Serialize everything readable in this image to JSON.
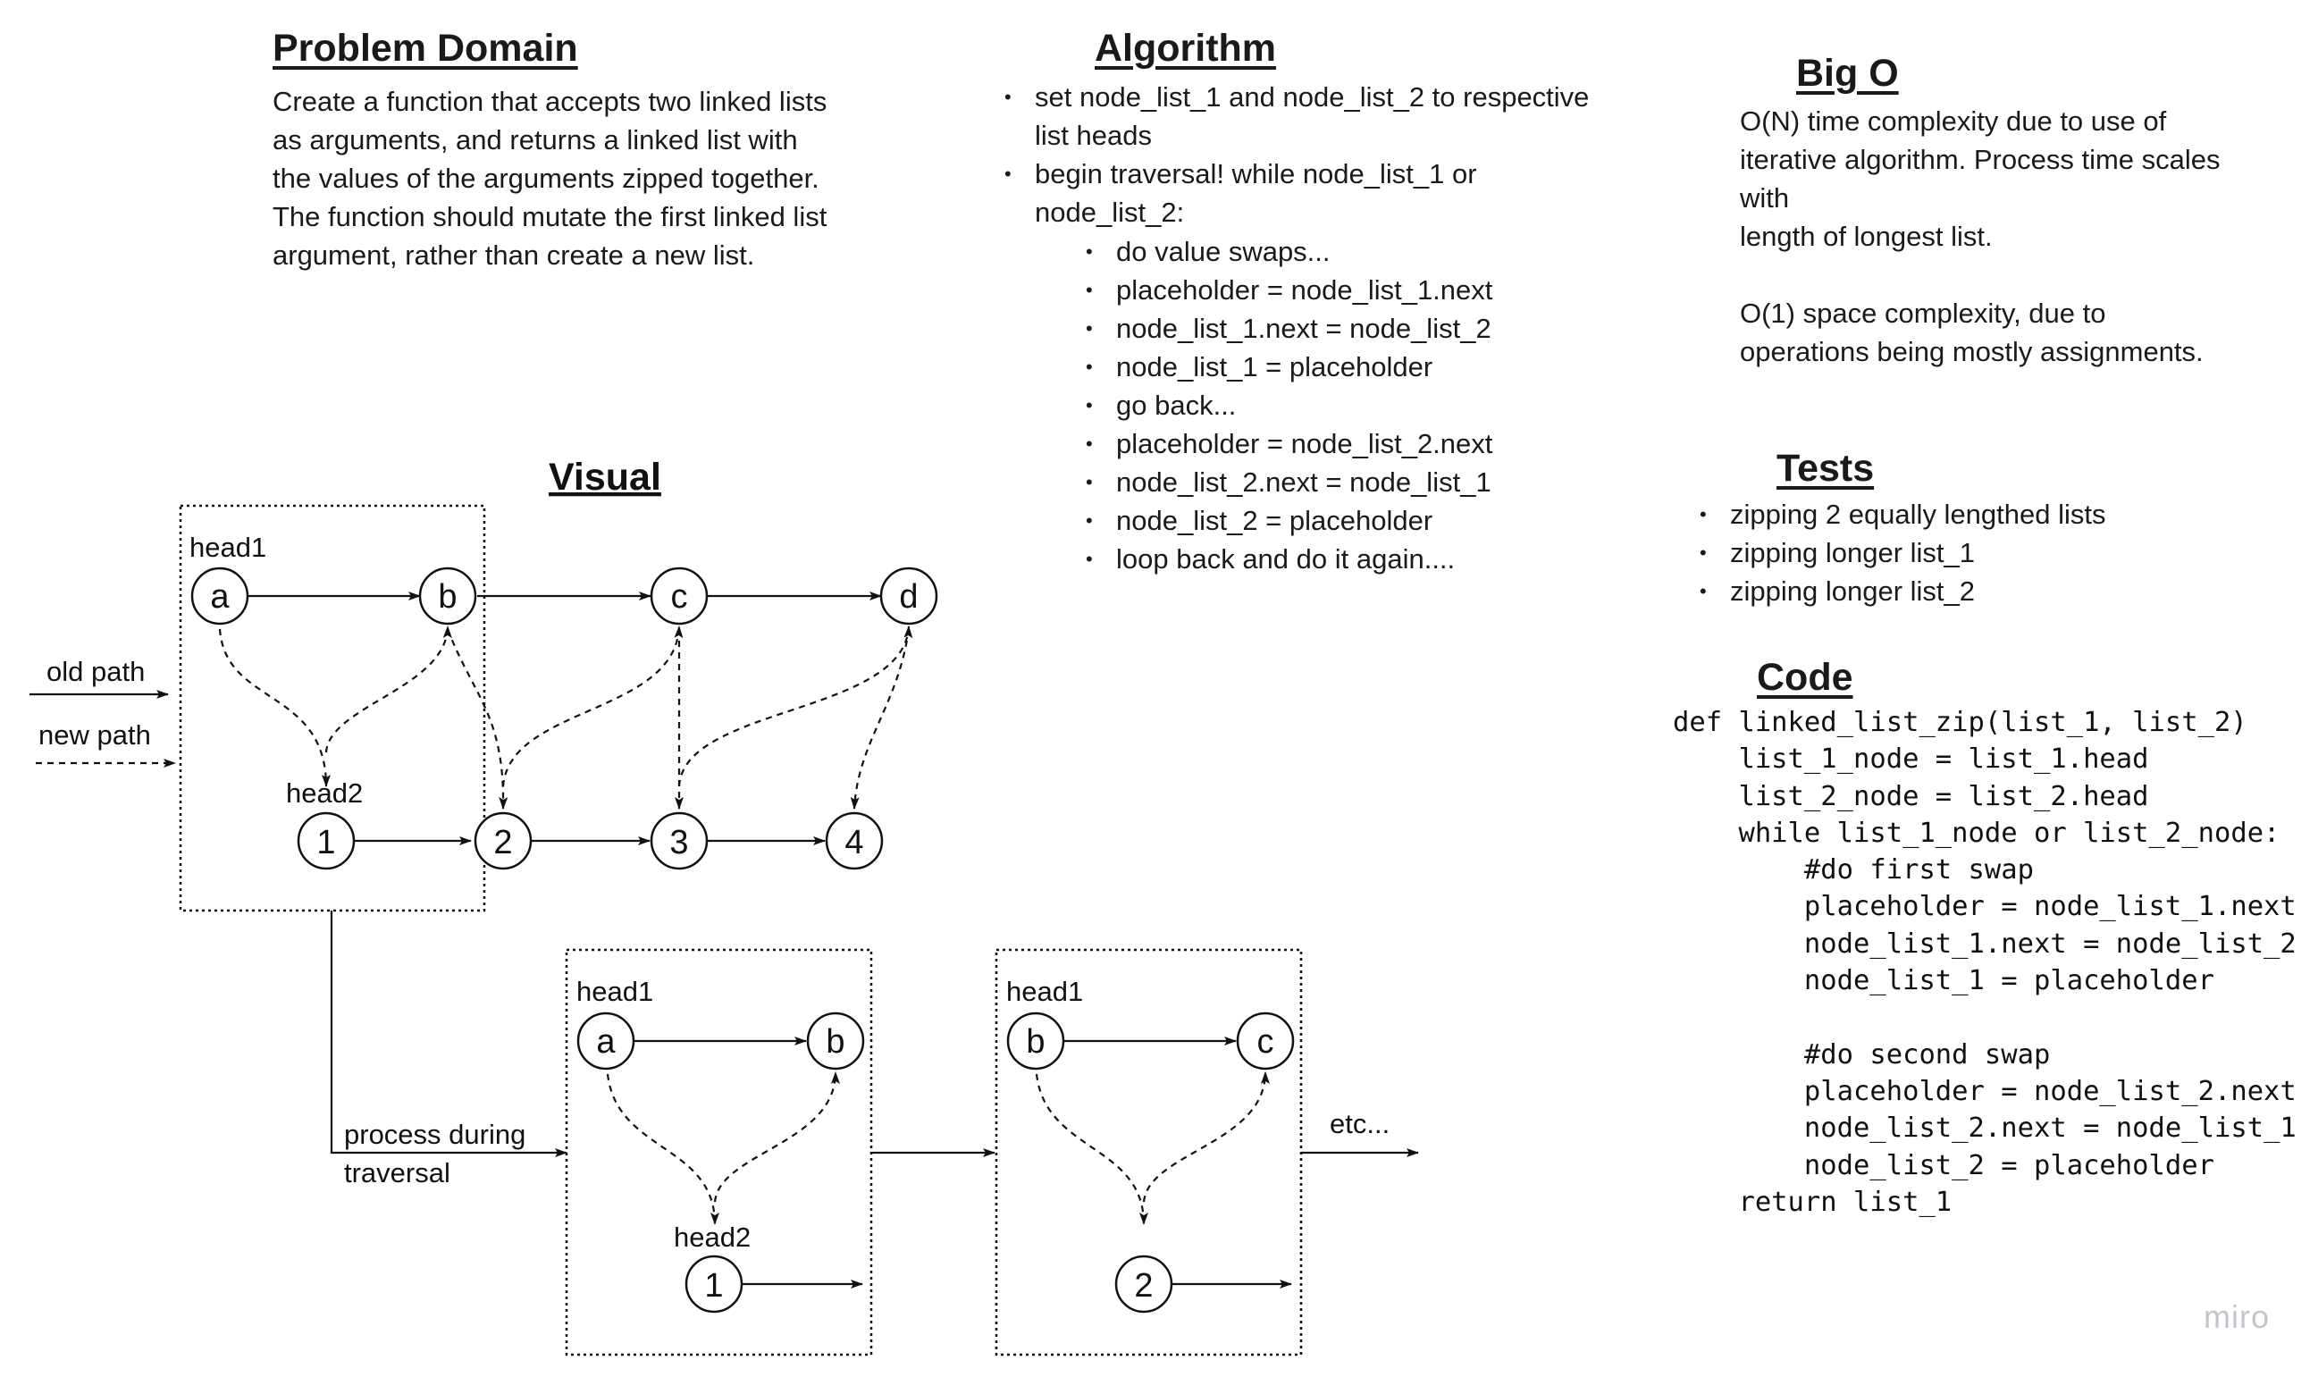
{
  "problem": {
    "title": "Problem Domain",
    "lines": [
      "Create a function that accepts two linked lists",
      "as arguments, and returns a linked list with",
      "the values of the arguments zipped together.",
      "The function should mutate the first linked list",
      "argument, rather than create a new list."
    ]
  },
  "algorithm": {
    "title": "Algorithm",
    "items": [
      {
        "line1": "set node_list_1 and node_list_2 to respective",
        "line2": "list heads"
      },
      {
        "line1": "begin traversal! while node_list_1 or",
        "line2": "node_list_2:"
      }
    ],
    "subitems": [
      "do value swaps...",
      "placeholder = node_list_1.next",
      "node_list_1.next = node_list_2",
      "node_list_1 = placeholder",
      "go back...",
      "placeholder = node_list_2.next",
      "node_list_2.next = node_list_1",
      "node_list_2 = placeholder",
      "loop back and do it again...."
    ]
  },
  "bigo": {
    "title": "Big O",
    "lines": [
      "O(N) time complexity due to use of",
      "iterative algorithm. Process time scales",
      "with",
      "length of longest list.",
      "",
      "O(1) space complexity, due to",
      "operations being mostly assignments."
    ]
  },
  "tests": {
    "title": "Tests",
    "items": [
      "zipping 2 equally lengthed lists",
      "zipping longer list_1",
      "zipping longer list_2"
    ]
  },
  "code": {
    "title": "Code",
    "lines": [
      "def linked_list_zip(list_1, list_2)",
      "    list_1_node = list_1.head",
      "    list_2_node = list_2.head",
      "    while list_1_node or list_2_node:",
      "        #do first swap",
      "        placeholder = node_list_1.next",
      "        node_list_1.next = node_list_2",
      "        node_list_1 = placeholder",
      "",
      "        #do second swap",
      "        placeholder = node_list_2.next",
      "        node_list_2.next = node_list_1",
      "        node_list_2 = placeholder",
      "    return list_1"
    ]
  },
  "visual": {
    "title": "Visual",
    "legend_old": "old path",
    "legend_new": "new path",
    "head1": "head1",
    "head2": "head2",
    "list1_nodes": [
      "a",
      "b",
      "c",
      "d"
    ],
    "list2_nodes": [
      "1",
      "2",
      "3",
      "4"
    ],
    "process_label_1": "process during",
    "process_label_2": "traversal",
    "step1": {
      "head1": "head1",
      "head2": "head2",
      "top": [
        "a",
        "b"
      ],
      "bottom": "1"
    },
    "step2": {
      "head1": "head1",
      "top": [
        "b",
        "c"
      ],
      "bottom": "2"
    },
    "etc": "etc..."
  },
  "watermark": "miro"
}
